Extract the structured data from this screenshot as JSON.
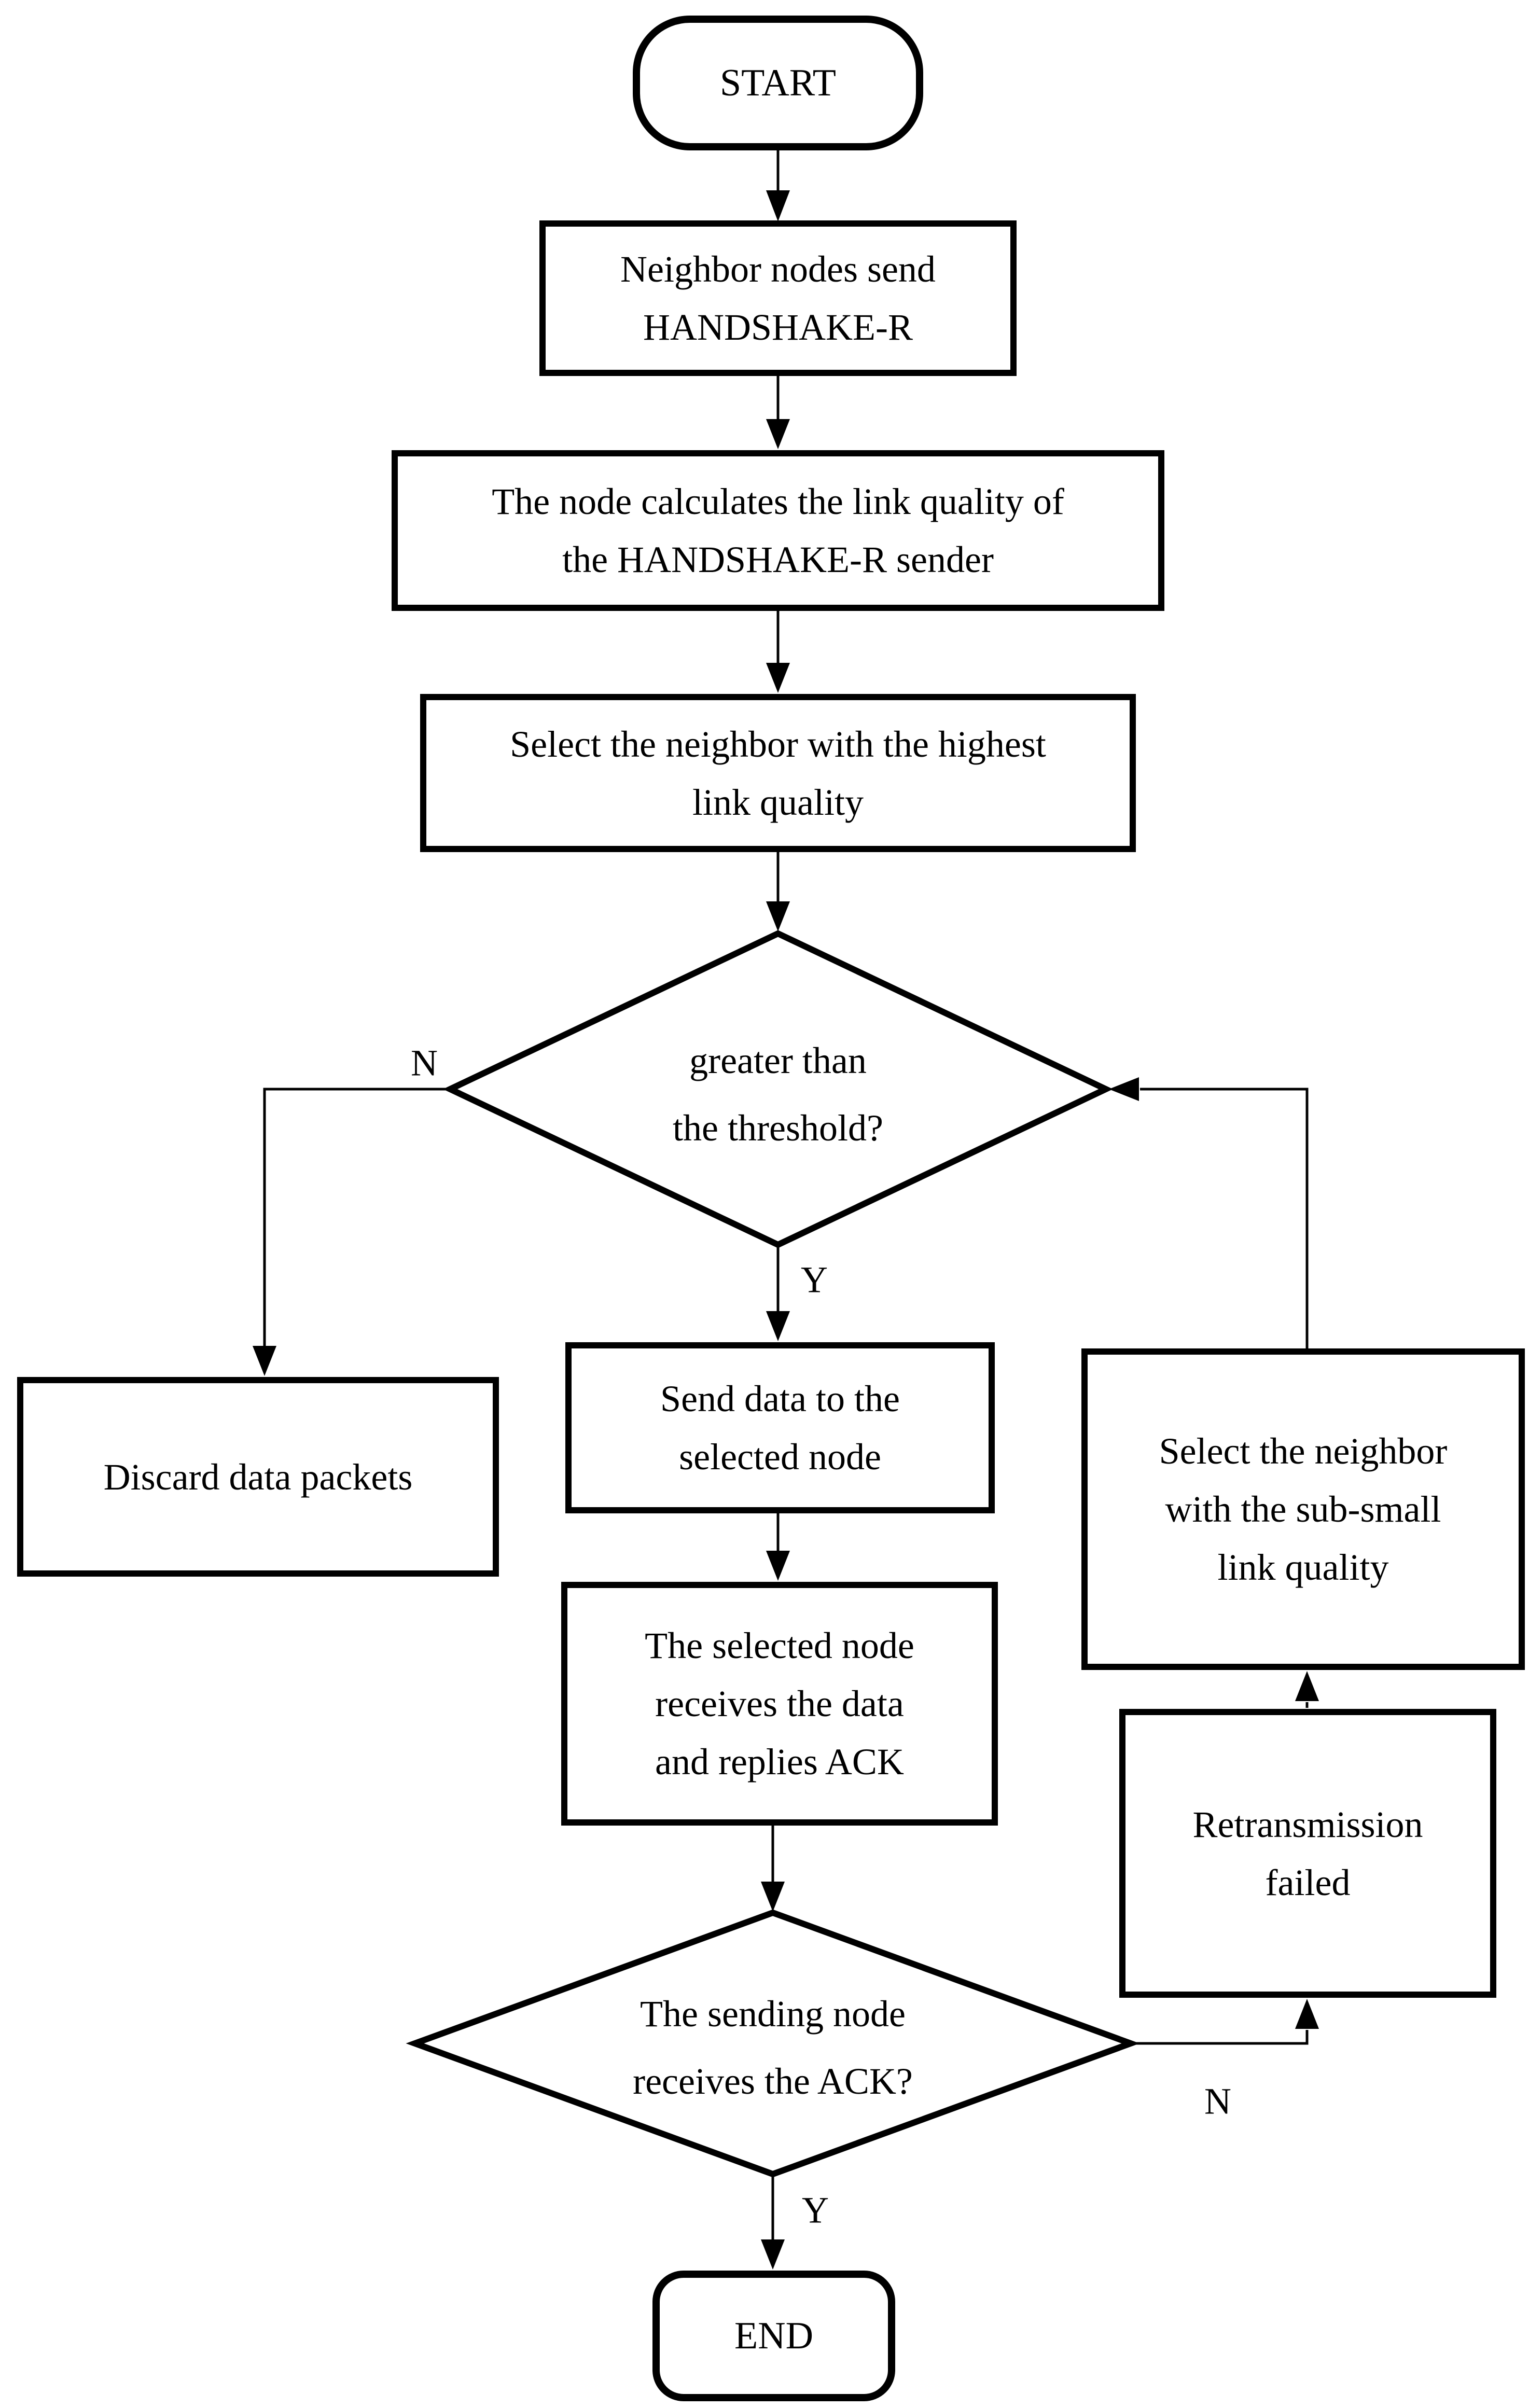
{
  "colors": {
    "ink": "#000000",
    "background": "#ffffff"
  },
  "flowchart": {
    "start": {
      "label": "START"
    },
    "neighbor_handshake": {
      "line1": "Neighbor nodes send",
      "line2": "HANDSHAKE-R"
    },
    "calc_link_quality": {
      "line1": "The node calculates the link quality of",
      "line2": "the HANDSHAKE-R sender"
    },
    "select_highest": {
      "line1": "Select the neighbor with the highest",
      "line2": "link quality"
    },
    "threshold_decision": {
      "line1": "greater than",
      "line2": "the threshold?"
    },
    "discard": {
      "line1": "Discard data packets"
    },
    "send_data": {
      "line1": "Send data to the",
      "line2": "selected node"
    },
    "selected_receives": {
      "line1": "The selected node",
      "line2": "receives the data",
      "line3": "and replies ACK"
    },
    "ack_decision": {
      "line1": "The sending node",
      "line2": "receives the ACK?"
    },
    "retransmission": {
      "line1": "Retransmission",
      "line2": "failed"
    },
    "select_subsmall": {
      "line1": "Select the neighbor",
      "line2": "with the sub-small",
      "line3": "link quality"
    },
    "end": {
      "label": "END"
    },
    "branch_labels": {
      "threshold_no": "N",
      "threshold_yes": "Y",
      "ack_no": "N",
      "ack_yes": "Y"
    }
  }
}
